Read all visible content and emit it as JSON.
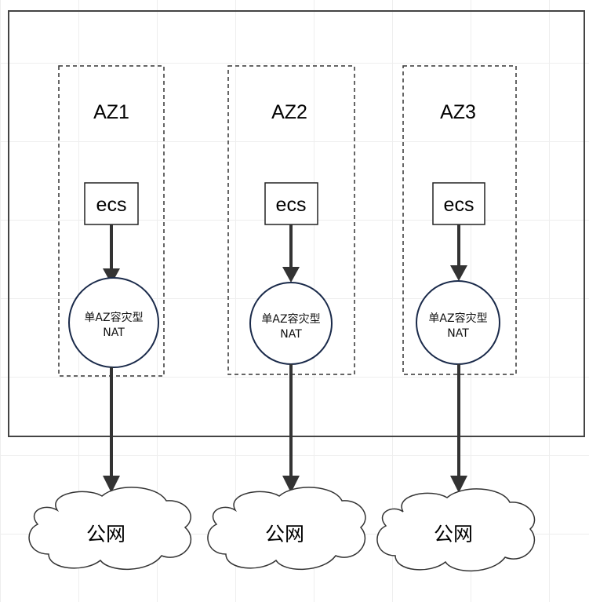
{
  "colors": {
    "stroke": "#333333",
    "nat_border": "#1a2a4a",
    "grid": "#eeeeee",
    "background": "#ffffff"
  },
  "zones": [
    {
      "label": "AZ1",
      "ecs_label": "ecs",
      "nat_line1": "单AZ容灾型",
      "nat_line2": "NAT",
      "cloud_label": "公网"
    },
    {
      "label": "AZ2",
      "ecs_label": "ecs",
      "nat_line1": "单AZ容灾型",
      "nat_line2": "NAT",
      "cloud_label": "公网"
    },
    {
      "label": "AZ3",
      "ecs_label": "ecs",
      "nat_line1": "单AZ容灾型",
      "nat_line2": "NAT",
      "cloud_label": "公网"
    }
  ]
}
